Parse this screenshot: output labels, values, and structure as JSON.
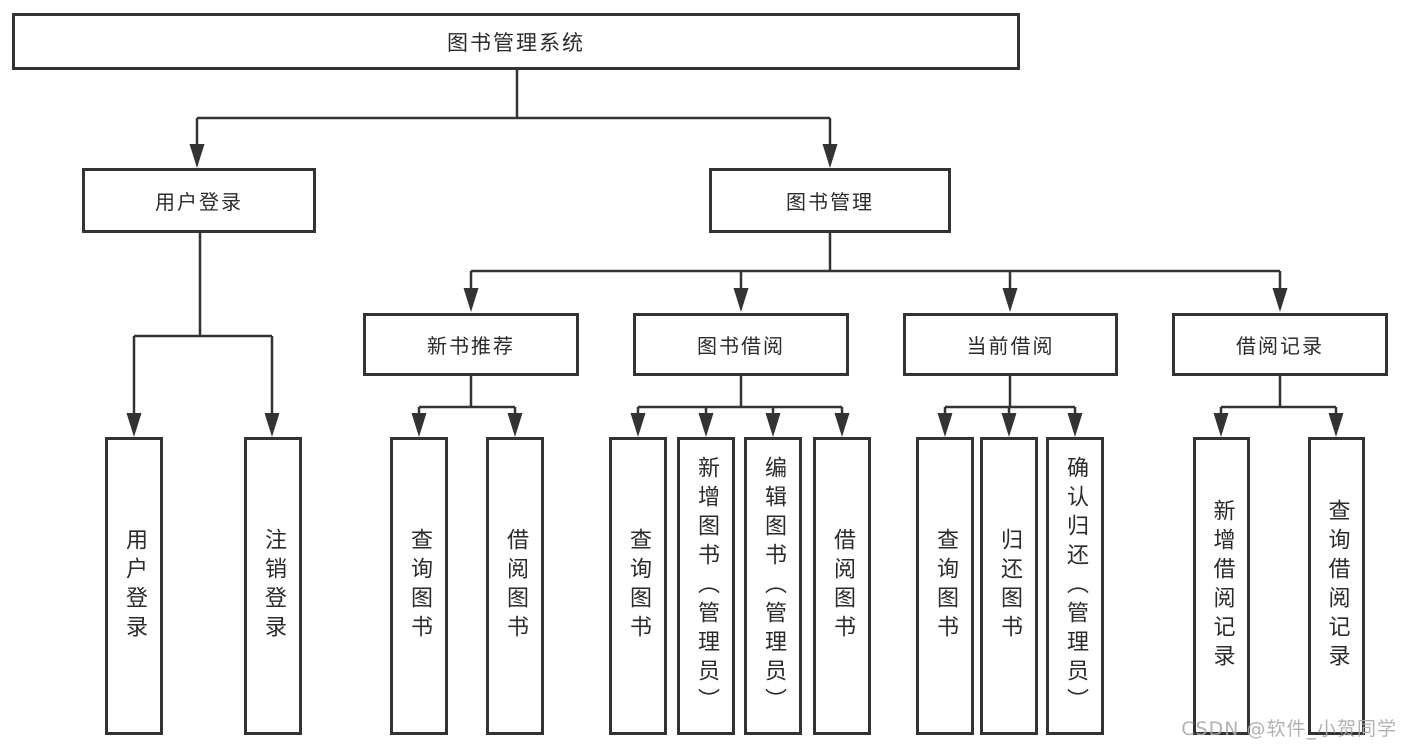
{
  "diagram_title": "图书管理系统",
  "tree": {
    "root": {
      "label": "图书管理系统",
      "children": [
        {
          "label": "用户登录",
          "children": [
            {
              "label": "用户登录"
            },
            {
              "label": "注销登录"
            }
          ]
        },
        {
          "label": "图书管理",
          "children": [
            {
              "label": "新书推荐",
              "children": [
                {
                  "label": "查询图书"
                },
                {
                  "label": "借阅图书"
                }
              ]
            },
            {
              "label": "图书借阅",
              "children": [
                {
                  "label": "查询图书"
                },
                {
                  "label": "新增图书（管理员）"
                },
                {
                  "label": "编辑图书（管理员）"
                },
                {
                  "label": "借阅图书"
                }
              ]
            },
            {
              "label": "当前借阅",
              "children": [
                {
                  "label": "查询图书"
                },
                {
                  "label": "归还图书"
                },
                {
                  "label": "确认归还（管理员）"
                }
              ]
            },
            {
              "label": "借阅记录",
              "children": [
                {
                  "label": "新增借阅记录"
                },
                {
                  "label": "查询借阅记录"
                }
              ]
            }
          ]
        }
      ]
    }
  },
  "watermark": {
    "text": "CSDN @软件_小贺同学"
  },
  "colors": {
    "line": "#333333",
    "box_border": "#333333",
    "box_fill": "#ffffff",
    "text": "#2b2b2b",
    "watermark": "#aaaaaa",
    "background": "#ffffff"
  }
}
